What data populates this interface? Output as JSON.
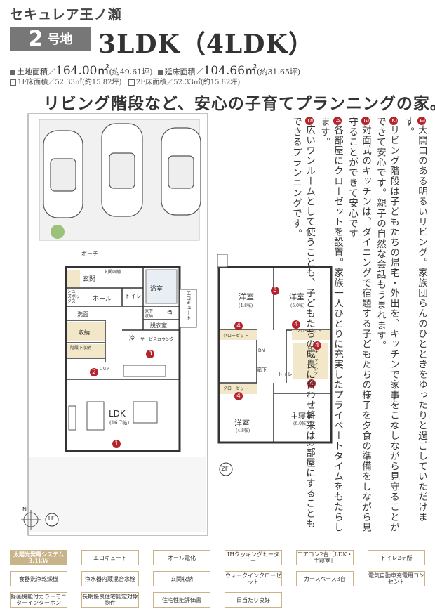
{
  "brand": "セキュレア王ノ瀬",
  "plot": {
    "number": "2",
    "suffix": "号地"
  },
  "layout": "3LDK（4LDK）",
  "areas": {
    "land_label": "土地面積／",
    "land_value": "164.00㎡",
    "land_tsubo": "(約49.61坪)",
    "floor_label": "延床面積／",
    "floor_value": "104.66㎡",
    "floor_tsubo": "(約31.65坪)",
    "f1_label": "1F床面積／",
    "f1_value": "52.33㎡(約15.82坪)",
    "f2_label": "2F床面積／",
    "f2_value": "52.33㎡(約15.82坪)"
  },
  "tagline": "リビング階段など、安心の子育てプランニングの家。",
  "floor1": {
    "porch": "ポーチ",
    "genkan": "玄関",
    "genkan_storage": "玄関収納",
    "shoes_box": "シューズボックス",
    "hall": "ホール",
    "toilet": "トイレ",
    "bath": "浴室",
    "eco_cute": "エコキュート",
    "washroom": "洗面",
    "wash_storage": "脱衣室",
    "underfloor": "床下収納",
    "clean": "浄",
    "storage": "収納",
    "stair_storage": "階段下収納",
    "cold": "冷",
    "service_counter": "サービスカウンター",
    "cup": "CUP",
    "ldk": "LDK",
    "ldk_size": "(16.7帖)",
    "floor_tag": "1F"
  },
  "floor2": {
    "room_a": "洋室",
    "room_a_size": "(4.8帖)",
    "room_b": "洋室",
    "room_b_size": "(5.0帖)",
    "room_c": "洋室",
    "room_c_size": "(4.8帖)",
    "master": "主寝室",
    "master_size": "(6.0帖)",
    "closet": "クローゼット",
    "walkin": "ウォークインクローゼット",
    "toilet": "トイレ",
    "corridor": "廊下",
    "dn": "DN",
    "floor_tag": "2F"
  },
  "notes": [
    {
      "num": "1",
      "text": "大開口のある明るいリビング。家族団らんのひとときをゆったりと過ごしていただけます。"
    },
    {
      "num": "2",
      "text": "リビング階段は子どもたちの帰宅・外出を、キッチンで家事をこなしながら見守ることができて安心です。親子の自然な会話もうまれます。"
    },
    {
      "num": "3",
      "text": "対面式のキッチンは、ダイニングで宿題する子どもたちの様子を夕食の準備をしながら見守ることができて安心です"
    },
    {
      "num": "4",
      "text": "各部屋にクローゼットを設置。家族一人ひとりに充実したプライベートタイムをもたらします。"
    },
    {
      "num": "5",
      "text": "広いワンルームとして使うことも、子どもたちの成長に合わせ将来は2部屋にすることもできるプランニングです。"
    }
  ],
  "features": [
    "太陽光発電システム3.1kW",
    "エコキュート",
    "オール電化",
    "IHクッキングヒーター",
    "エアコン2台［LDK・主寝室］",
    "トイレ2ヶ所",
    "食器洗浄乾燥機",
    "浄水器内蔵混合水栓",
    "玄関収納",
    "ウォークインクローゼット",
    "カースペース3台",
    "電気自動車充電用コンセント",
    "録画機能付カラーモニターインターホン",
    "長期優良住宅認定対象物件",
    "住宅性能評価書",
    "日当たり良好"
  ],
  "colors": {
    "accent_red": "#b5242c",
    "gold": "#c9b48a",
    "gray_box": "#777777"
  }
}
